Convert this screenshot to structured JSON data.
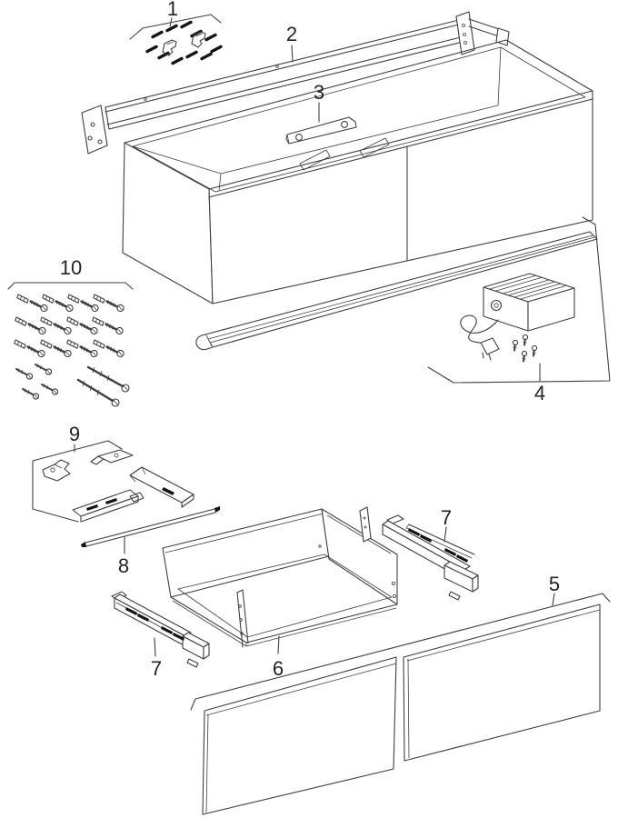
{
  "diagram": {
    "colors": {
      "background": "#ffffff",
      "line": "#3f3f3f",
      "dark": "#141414",
      "text": "#232323"
    },
    "callouts": {
      "part1": "1",
      "part2": "2",
      "part3": "3",
      "part4": "4",
      "part5": "5",
      "part6": "6",
      "part7_left": "7",
      "part7_right": "7",
      "part8": "8",
      "part9": "9",
      "part10": "10"
    }
  }
}
